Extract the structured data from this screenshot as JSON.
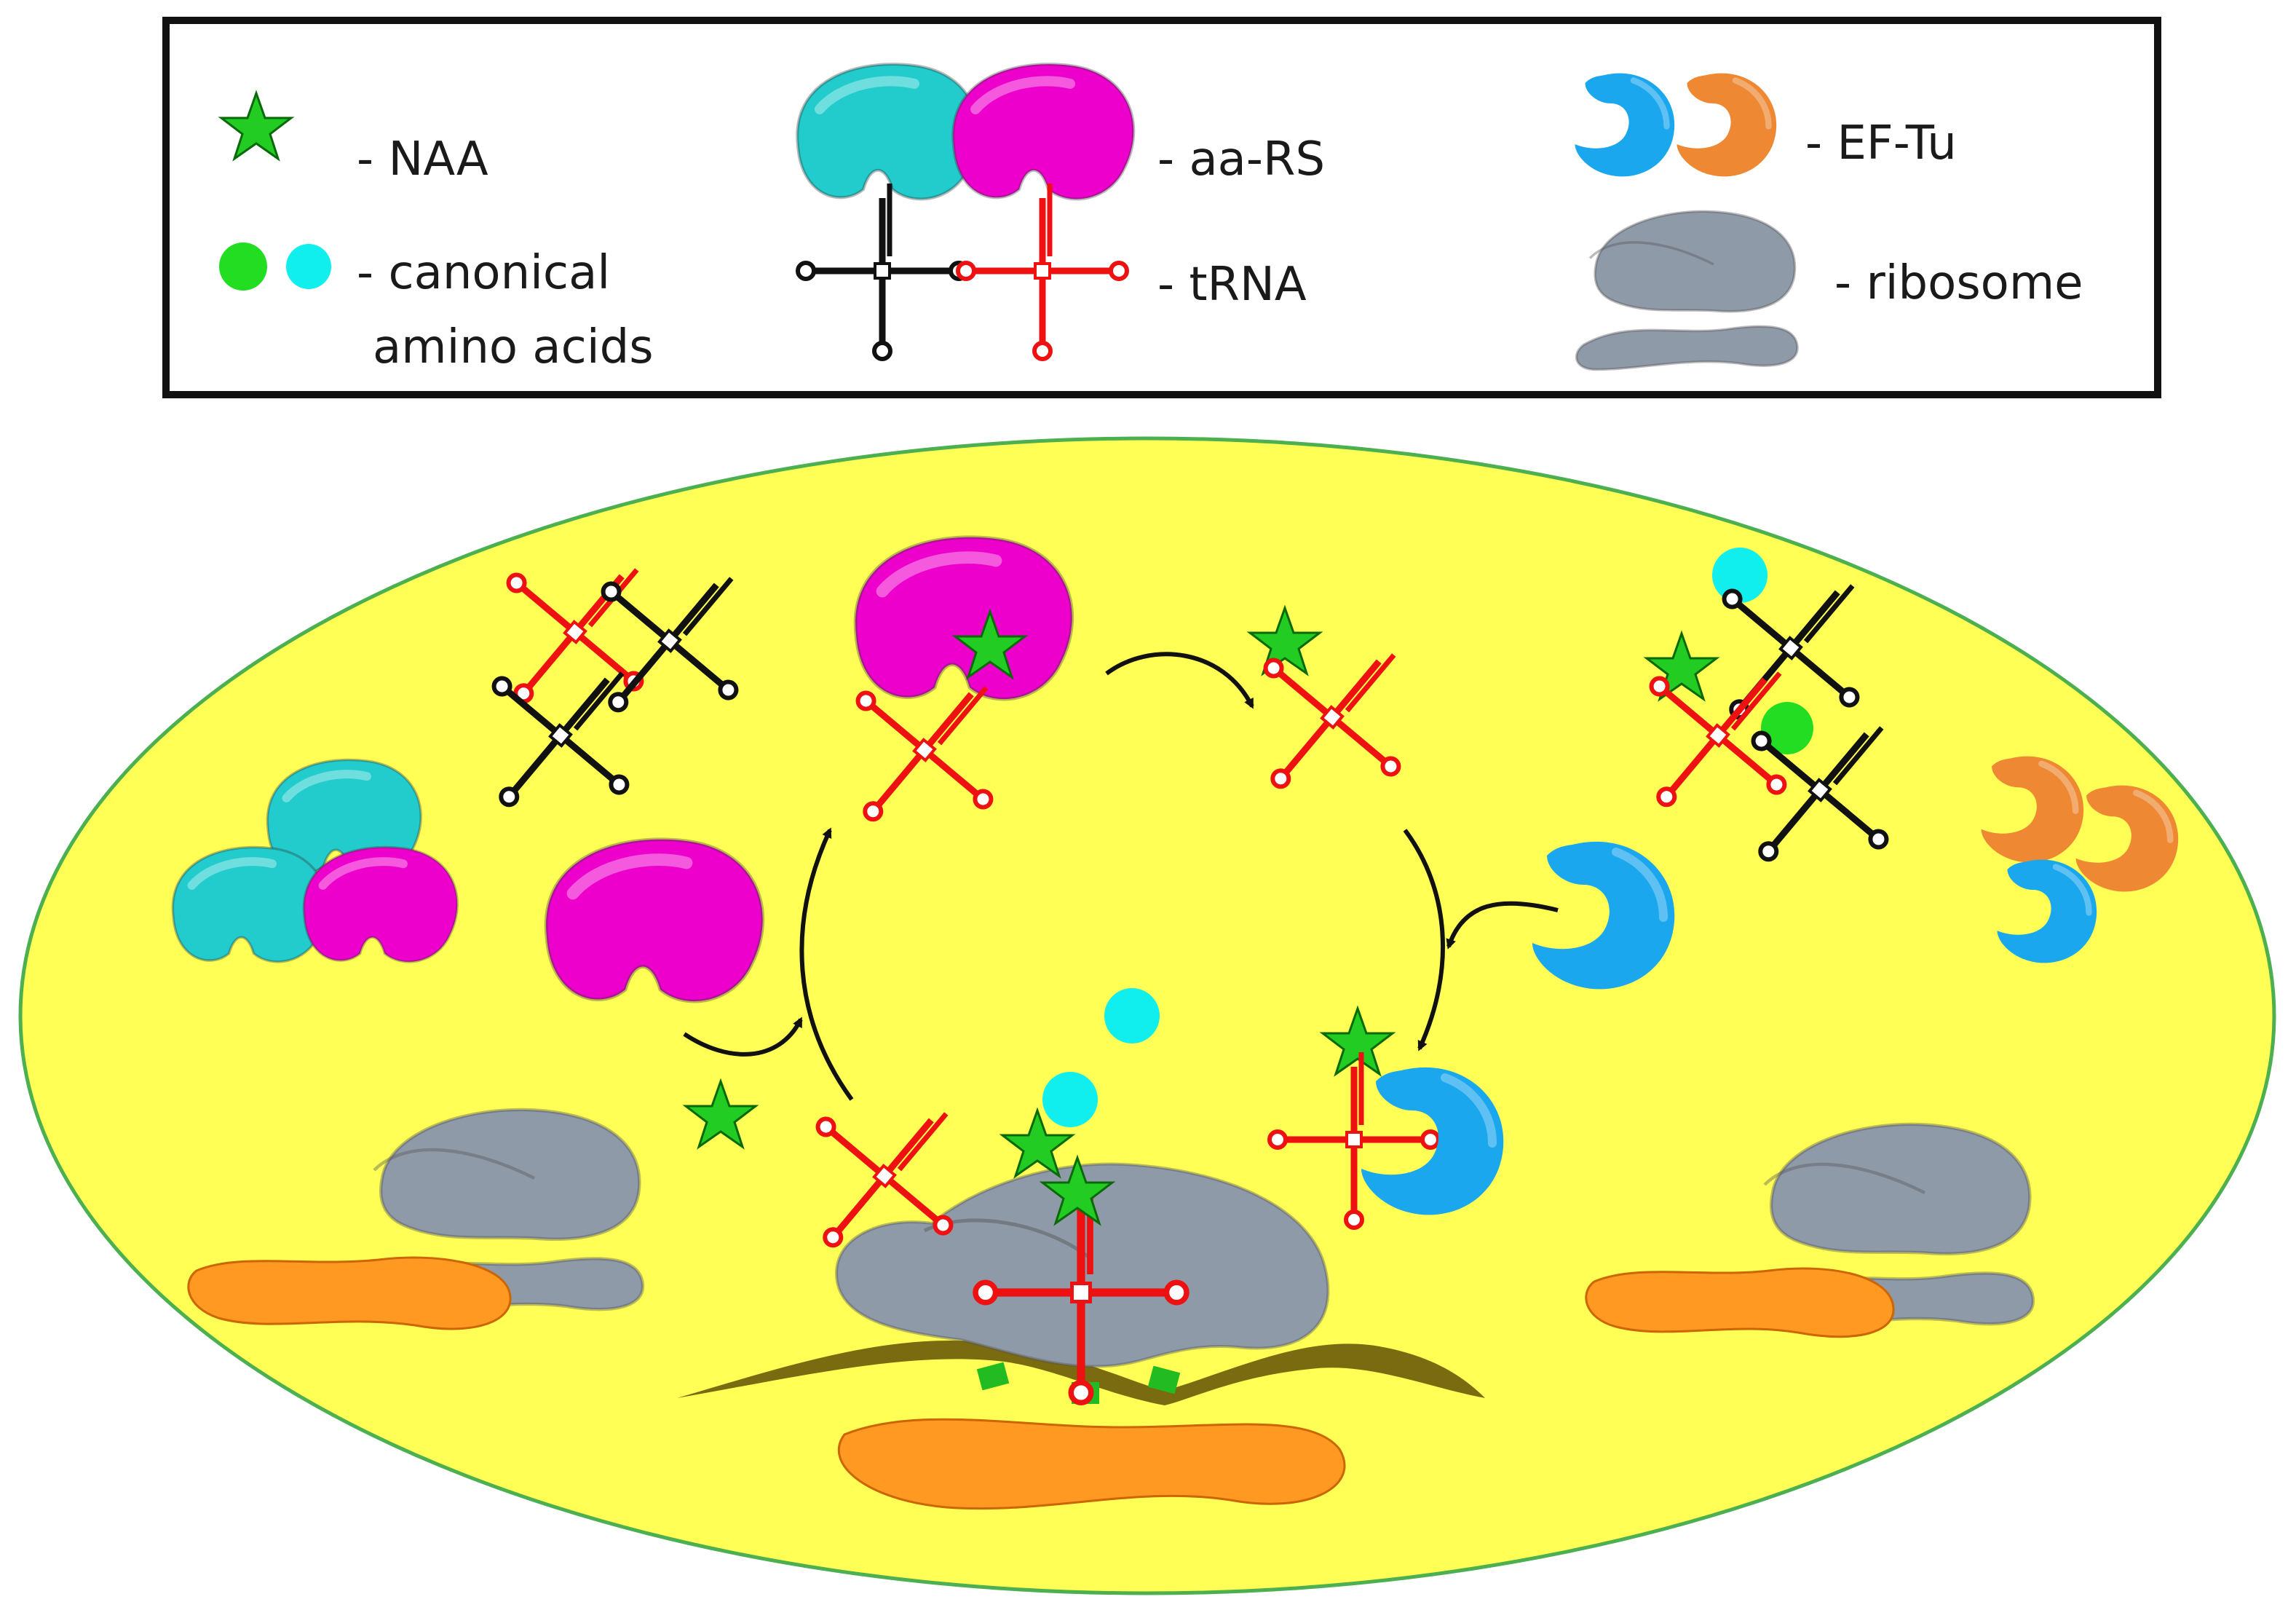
{
  "legend": {
    "naa": "- NAA",
    "aars": "- aa-RS",
    "eftu": "- EF-Tu",
    "canonical_line1": "- canonical",
    "canonical_line2": "amino acids",
    "trna": "- tRNA",
    "ribosome": "- ribosome"
  },
  "colors": {
    "cell": "#ffff55",
    "cell_border": "#4caf50",
    "naa_star": "#22cc22",
    "canonical_green": "#22dd22",
    "canonical_cyan": "#11eeee",
    "aars_cyan": "#22cccc",
    "aars_magenta": "#ee00cc",
    "trna_black": "#111111",
    "trna_red": "#ee1111",
    "eftu_blue": "#1aa7ee",
    "eftu_orange": "#ee8833",
    "ribosome": "#8f9aa8",
    "peptide": "#ff9922",
    "mrna": "#7a6a10",
    "codon": "#22bb22"
  }
}
